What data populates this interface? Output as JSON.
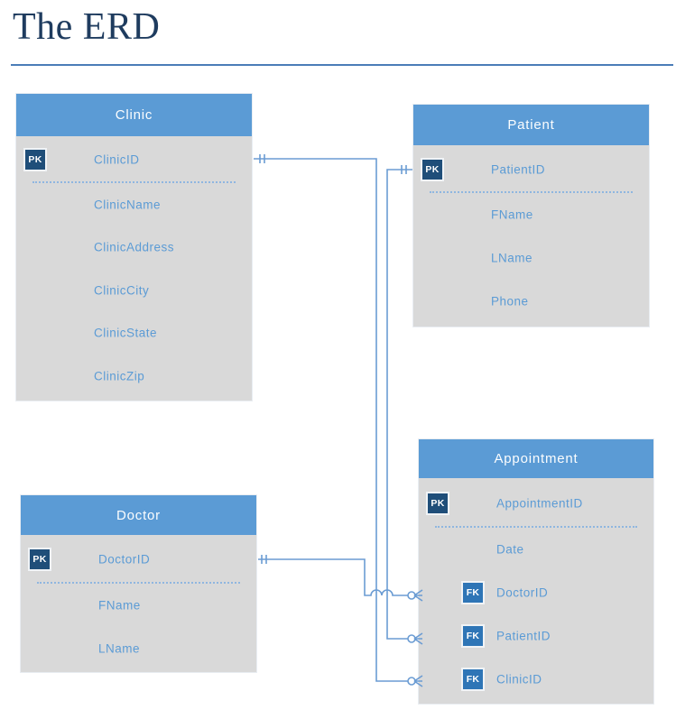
{
  "page": {
    "title": "The ERD"
  },
  "colors": {
    "table_header": "#5B9BD5",
    "table_body": "#D9D9D9",
    "pk_badge": "#1F4E79",
    "fk_badge": "#2E75B6",
    "field_text": "#5B9BD5",
    "connector_line": "#6B9CD3",
    "title_text": "#1F3C5F",
    "title_rule": "#4B7DB8"
  },
  "diagram": {
    "tables": [
      {
        "name": "Clinic",
        "fields": [
          {
            "badge": "PK",
            "label": "ClinicID"
          },
          {
            "label": "ClinicName"
          },
          {
            "label": "ClinicAddress"
          },
          {
            "label": "ClinicCity"
          },
          {
            "label": "ClinicState"
          },
          {
            "label": "ClinicZip"
          }
        ]
      },
      {
        "name": "Patient",
        "fields": [
          {
            "badge": "PK",
            "label": "PatientID"
          },
          {
            "label": "FName"
          },
          {
            "label": "LName"
          },
          {
            "label": "Phone"
          }
        ]
      },
      {
        "name": "Doctor",
        "fields": [
          {
            "badge": "PK",
            "label": "DoctorID"
          },
          {
            "label": "FName"
          },
          {
            "label": "LName"
          }
        ]
      },
      {
        "name": "Appointment",
        "fields": [
          {
            "badge": "PK",
            "label": "AppointmentID"
          },
          {
            "label": "Date"
          },
          {
            "badge": "FK",
            "label": "DoctorID"
          },
          {
            "badge": "FK",
            "label": "PatientID"
          },
          {
            "badge": "FK",
            "label": "ClinicID"
          }
        ]
      }
    ],
    "relationships": [
      {
        "from_table": "Clinic",
        "from_field": "ClinicID",
        "to_table": "Appointment",
        "to_field": "ClinicID",
        "from_cardinality": "one-and-only-one",
        "to_cardinality": "zero-or-many"
      },
      {
        "from_table": "Patient",
        "from_field": "PatientID",
        "to_table": "Appointment",
        "to_field": "PatientID",
        "from_cardinality": "one-and-only-one",
        "to_cardinality": "zero-or-many"
      },
      {
        "from_table": "Doctor",
        "from_field": "DoctorID",
        "to_table": "Appointment",
        "to_field": "DoctorID",
        "from_cardinality": "one-and-only-one",
        "to_cardinality": "zero-or-many"
      }
    ]
  }
}
